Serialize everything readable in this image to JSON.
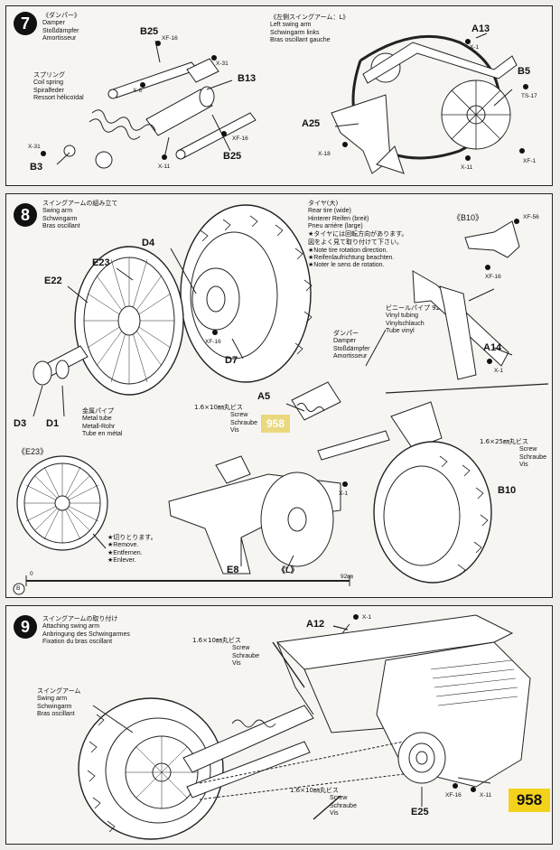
{
  "page_number_badge": "958",
  "watermark_badge": "958",
  "step7": {
    "number": "7",
    "damper": {
      "jp": "《ダンパー》",
      "en": "Damper",
      "de": "Stoßdämpfer",
      "fr": "Amortisseur"
    },
    "spring": {
      "jp": "スプリング",
      "en": "Coil spring",
      "de": "Spiralfeder",
      "fr": "Ressort hélicoïdal"
    },
    "swingarm_l": {
      "jp": "《左側スイングアーム：L》",
      "en": "Left swing arm",
      "de": "Schwingarm links",
      "fr": "Bras oscillant gauche"
    },
    "parts": {
      "b25a": "B25",
      "b13": "B13",
      "b25b": "B25",
      "b3": "B3",
      "a13": "A13",
      "b5": "B5",
      "a25": "A25"
    },
    "colors": {
      "xf16": "XF-16",
      "x31a": "X-31",
      "x6": "X-6",
      "x11a": "X-11",
      "xf16b": "XF-16",
      "x31b": "X-31",
      "x1": "X-1",
      "ts17": "TS-17",
      "x18": "X-18",
      "x11b": "X-11",
      "xf1": "XF-1"
    }
  },
  "step8": {
    "number": "8",
    "title": {
      "jp": "スイングアームの組み立て",
      "en": "Swing arm",
      "de": "Schwingarm",
      "fr": "Bras oscillant"
    },
    "tire": {
      "jp": "タイヤ(大)",
      "en": "Rear tire (wide)",
      "de": "Hinterer Reifen (breit)",
      "fr": "Pneu arrière (large)"
    },
    "note_rotation": {
      "jp": "★タイヤには回転方向があります。",
      "jp2": "図をよく見て取り付けて下さい。",
      "en": "★Note tire rotation direction.",
      "de": "★Reifenlaufrichtung beachten.",
      "fr": "★Noter le sens de rotation."
    },
    "b10_box": "《B10》",
    "vinyl": {
      "jp": "ビニールパイプ 92mm",
      "en": "Vinyl tubing",
      "de": "Vinylschlauch",
      "fr": "Tube vinyl"
    },
    "damper": {
      "jp": "ダンパー",
      "en": "Damper",
      "de": "Stoßdämpfer",
      "fr": "Amortisseur"
    },
    "metal_tube": {
      "jp": "金属パイプ",
      "en": "Metal tube",
      "de": "Metall-Rohr",
      "fr": "Tube en métal"
    },
    "screw_a": {
      "size": "1.6×10㎜丸ビス",
      "en": "Screw",
      "de": "Schraube",
      "fr": "Vis"
    },
    "screw_b": {
      "size": "1.6×25㎜丸ビス",
      "en": "Screw",
      "de": "Schraube",
      "fr": "Vis"
    },
    "e23_box": "《E23》",
    "cut_off": {
      "jp": "★切りとります。",
      "en": "★Remove.",
      "de": "★Entfernen.",
      "fr": "★Enlever."
    },
    "parts": {
      "d4": "D4",
      "e23": "E23",
      "e22": "E22",
      "d7": "D7",
      "d3": "D3",
      "d1": "D1",
      "a14": "A14",
      "a5": "A5",
      "b10": "B10",
      "e8": "E8",
      "l": "《L》"
    },
    "colors": {
      "xf56": "XF-56",
      "xf16a": "XF-16",
      "xf16b": "XF-16",
      "x1a": "X-1",
      "x1b": "X-1"
    },
    "scale": {
      "marker": "B",
      "start": "0",
      "end": "92㎜"
    }
  },
  "step9": {
    "number": "9",
    "title": {
      "jp": "スイングアームの取り付け",
      "en": "Attaching swing arm",
      "de": "Anbringung des Schwingarmes",
      "fr": "Fixation du bras oscillant"
    },
    "swingarm": {
      "jp": "スイングアーム",
      "en": "Swing arm",
      "de": "Schwingarm",
      "fr": "Bras oscillant"
    },
    "screw_top": {
      "size": "1.6×10㎜丸ビス",
      "en": "Screw",
      "de": "Schraube",
      "fr": "Vis"
    },
    "screw_bottom": {
      "size": "1.6×10㎜丸ビス",
      "en": "Screw",
      "de": "Schraube",
      "fr": "Vis"
    },
    "parts": {
      "a12": "A12",
      "e25": "E25"
    },
    "colors": {
      "x1": "X-1",
      "xf16": "XF-16",
      "x11": "X-11"
    }
  }
}
